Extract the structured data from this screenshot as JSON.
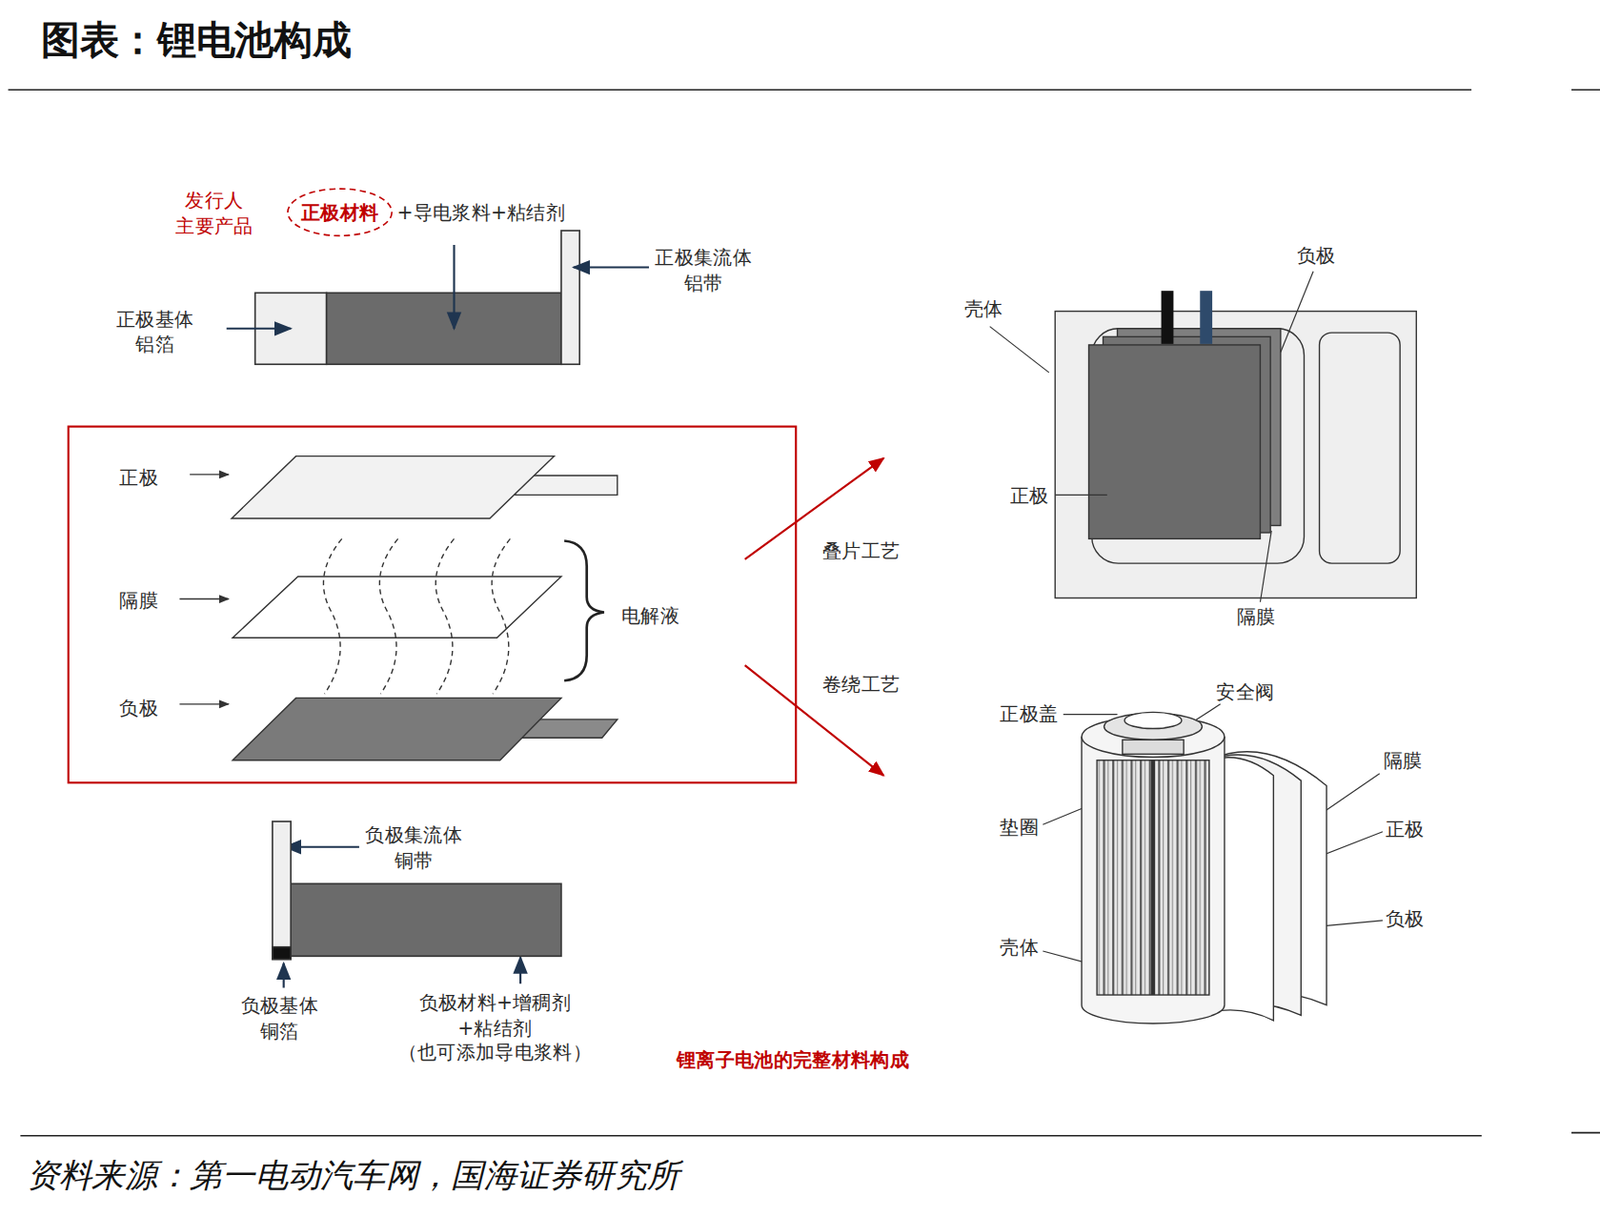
{
  "diagram": {
    "title": "图表：锂电池构成",
    "caption": "资料来源：第一电动汽车网，国海证券研究所",
    "nodes": [
      {
        "text": [
          "正极材料"
        ]
      },
      {
        "text": [
          "正极",
          "隔膜",
          "负极",
          "电解液"
        ]
      }
    ],
    "labels": [
      "发行人 主要产品",
      "+导电浆料+粘结剂",
      "正极集流体 铝带",
      "正极基体 铝箔",
      "叠片工艺",
      "卷绕工艺",
      "负极集流体 铜带",
      "负极基体 铜箔",
      "负极材料+增稠剂+粘结剂 （也可添加导电浆料）",
      "锂离子电池的完整材料构成",
      "壳体",
      "负极",
      "正极",
      "隔膜",
      "正极盖",
      "安全阀",
      "隔膜",
      "正极",
      "垫圈",
      "负极",
      "壳体"
    ]
  }
}
